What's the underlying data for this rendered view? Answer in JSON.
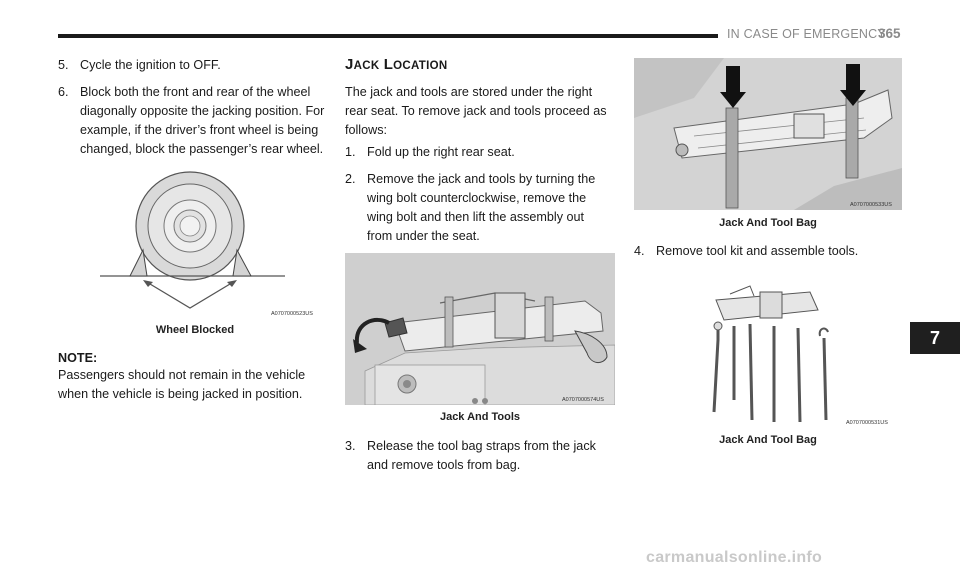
{
  "header": {
    "title": "IN CASE OF EMERGENCY",
    "page_number": "365"
  },
  "chapter_tab": "7",
  "left_column": {
    "step5": {
      "num": "5.",
      "text": "Cycle the ignition to OFF."
    },
    "step6": {
      "num": "6.",
      "lines": [
        "Block both the front and rear of the wheel",
        "diagonally opposite the jacking position. For",
        "example, if the driver’s front wheel is being",
        "changed, block the passenger’s rear wheel."
      ]
    },
    "figure_wheel": {
      "code": "A0707000523US",
      "caption": "Wheel Blocked"
    },
    "note_label": "NOTE:",
    "note_lines": [
      "Passengers should not remain in the vehicle",
      "when the vehicle is being jacked in position."
    ]
  },
  "middle_column": {
    "heading": "Jack Location",
    "intro_lines": [
      "The jack and tools are stored under the right",
      "rear seat. To remove jack and tools proceed as",
      "follows:"
    ],
    "step1": {
      "num": "1.",
      "text": "Fold up the right rear seat."
    },
    "step2": {
      "num": "2.",
      "lines": [
        "Remove the jack and tools by turning the",
        "wing bolt counterclockwise, remove the",
        "wing bolt and then lift the assembly out",
        "from under the seat."
      ]
    },
    "figure_tools": {
      "code": "A0707000574US",
      "caption": "Jack And Tools"
    },
    "step3": {
      "num": "3.",
      "lines": [
        "Release the tool bag straps from the jack",
        "and remove tools from bag."
      ]
    }
  },
  "right_column": {
    "figure_bag": {
      "code": "A0707000533US",
      "caption": "Jack And Tool Bag"
    },
    "step4": {
      "num": "4.",
      "text": "Remove tool kit and assemble tools."
    },
    "figure_kit": {
      "code": "A0707000531US",
      "caption": "Jack And Tool Bag"
    }
  },
  "watermark": "carmanualsonline.info"
}
